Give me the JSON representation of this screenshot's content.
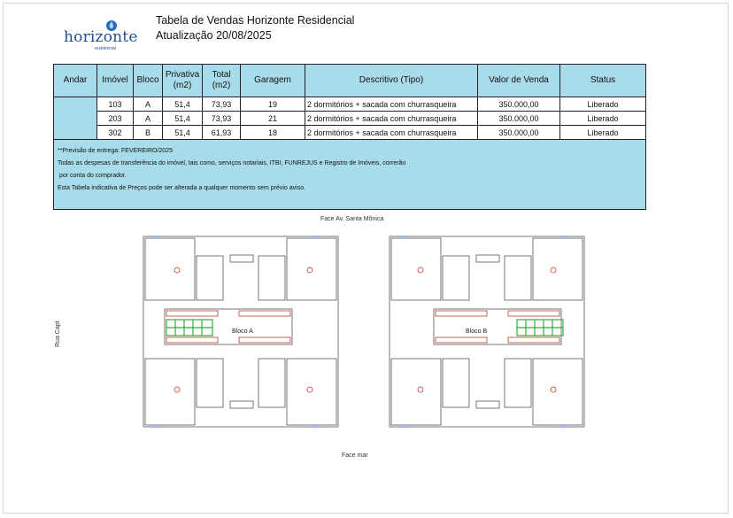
{
  "header": {
    "logo_text": "horizonte",
    "logo_sub": "residencial",
    "title": "Tabela de Vendas  Horizonte Residencial",
    "update": "Atualização 20/08/2025"
  },
  "table": {
    "columns": [
      "Andar",
      "Imóvel",
      "Bloco",
      "Privativa (m2)",
      "Total (m2)",
      "Garagem",
      "Descritivo (Tipo)",
      "Valor de Venda",
      "Status"
    ],
    "rows": [
      {
        "imovel": "103",
        "bloco": "A",
        "privativa": "51,4",
        "total": "73,93",
        "garagem": "19",
        "descritivo": "2 dormitórios + sacada com churrasqueira",
        "valor": "350.000,00",
        "status": "Liberado"
      },
      {
        "imovel": "203",
        "bloco": "A",
        "privativa": "51,4",
        "total": "73,93",
        "garagem": "21",
        "descritivo": "2 dormitórios + sacada com churrasqueira",
        "valor": "350.000,00",
        "status": "Liberado"
      },
      {
        "imovel": "302",
        "bloco": "B",
        "privativa": "51,4",
        "total": "61,93",
        "garagem": "18",
        "descritivo": "2 dormitórios + sacada com churrasqueira",
        "valor": "350.000,00",
        "status": "Liberado"
      }
    ],
    "notes": [
      "**Previsão de entrega: FEVEREIRO/2025",
      "Todas as despesas de transferência do imóvel, tais como, serviços notariais, ITBI, FUNREJUS  e  Registro de Imóveis, correrão",
      " por conta do comprador.",
      "Esta Tabela indicativa de Preços pode ser alterada a qualquer momento sem prévio aviso."
    ]
  },
  "plan": {
    "top_label": "Face Av. Santa  Mônica",
    "bottom_label": "Face mar",
    "side_label": "Rua Capt",
    "block_a": "Bloco A",
    "block_b": "Bloco B"
  },
  "colors": {
    "header_fill": "#a8dcea",
    "logo_blue": "#1f4f8f",
    "stair_green": "#2fae3c"
  }
}
